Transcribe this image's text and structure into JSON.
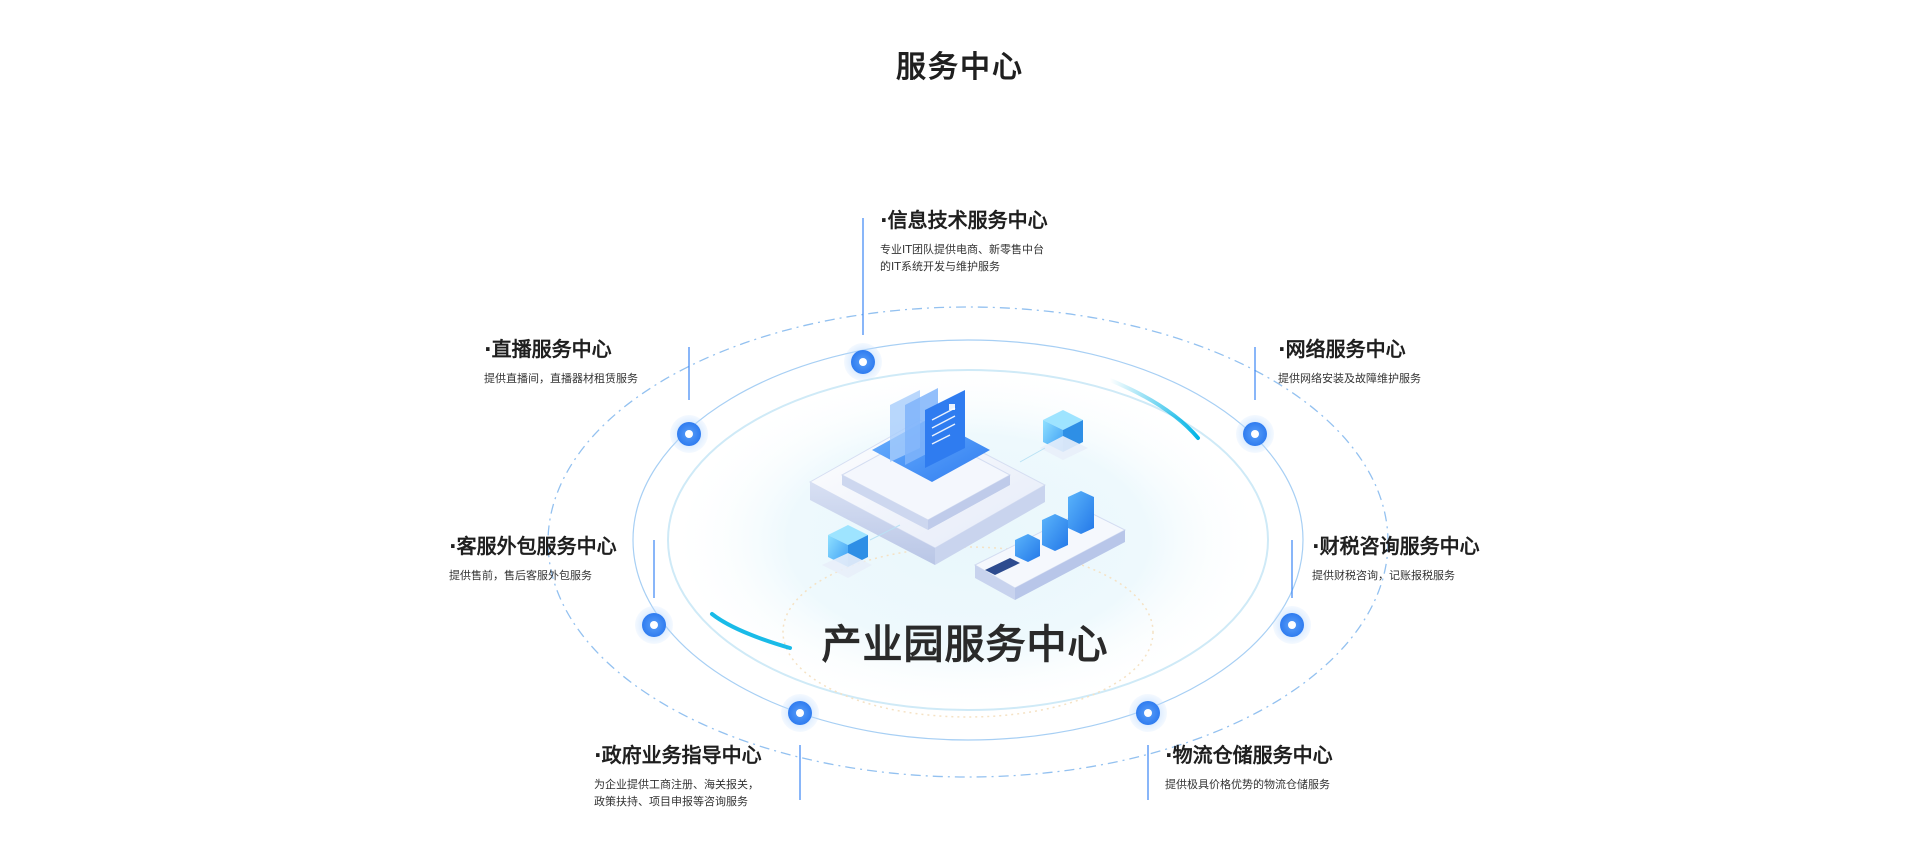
{
  "page": {
    "title": "服务中心",
    "center_title": "产业园服务中心"
  },
  "services": [
    {
      "title": "·信息技术服务中心",
      "desc": [
        "专业IT团队提供电商、新零售中台",
        "的IT系统开发与维护服务"
      ]
    },
    {
      "title": "·直播服务中心",
      "desc": [
        "提供直播间，直播器材租赁服务"
      ]
    },
    {
      "title": "·网络服务中心",
      "desc": [
        "提供网络安装及故障维护服务"
      ]
    },
    {
      "title": "·客服外包服务中心",
      "desc": [
        "提供售前，售后客服外包服务"
      ]
    },
    {
      "title": "·财税咨询服务中心",
      "desc": [
        "提供财税咨询，记账报税服务"
      ]
    },
    {
      "title": "·政府业务指导中心",
      "desc": [
        "为企业提供工商注册、海关报关，",
        "政策扶持、项目申报等咨询服务"
      ]
    },
    {
      "title": "·物流仓储服务中心",
      "desc": [
        "提供极具价格优势的物流仓储服务"
      ]
    }
  ],
  "colors": {
    "accent": "#3a86f5",
    "ring": "#8ec4f7",
    "title": "#1f1f1f"
  }
}
